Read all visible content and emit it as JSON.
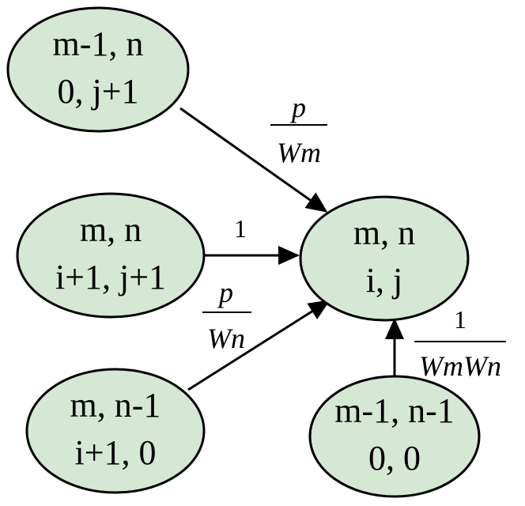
{
  "nodes": {
    "top_left": {
      "line1": "m-1, n",
      "line2": "0, j+1"
    },
    "mid_left": {
      "line1": "m, n",
      "line2": "i+1, j+1"
    },
    "bottom_left": {
      "line1": "m, n-1",
      "line2": "i+1, 0"
    },
    "center": {
      "line1": "m, n",
      "line2": "i, j"
    },
    "bottom_right": {
      "line1": "m-1, n-1",
      "line2": "0, 0"
    }
  },
  "edges": {
    "top_to_center": {
      "numerator": "p",
      "denominator": "Wm"
    },
    "mid_to_center": {
      "label": "1"
    },
    "bottom_to_center": {
      "numerator": "p",
      "denominator": "Wn"
    },
    "br_to_center": {
      "numerator": "1",
      "denominator": "WmWn"
    }
  },
  "colors": {
    "node_fill": "#d5e8d4",
    "stroke": "#000000"
  }
}
